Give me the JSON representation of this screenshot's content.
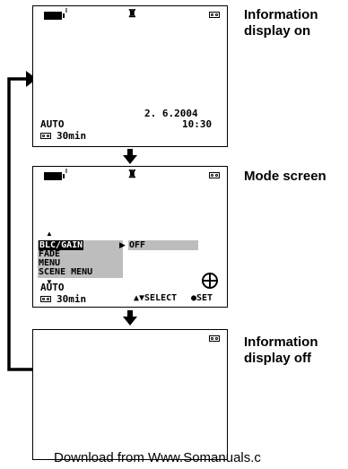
{
  "labels": {
    "info_on": "Information display on",
    "info_on_line1": "Information",
    "info_on_line2": "display on",
    "mode_screen": "Mode screen",
    "info_off_line1": "Information",
    "info_off_line2": "display off"
  },
  "screen1": {
    "mode": "AUTO",
    "tape_time": "30min",
    "date": "2. 6.2004",
    "time": "10:30"
  },
  "screen2": {
    "menu_items": [
      "BLC/GAIN",
      "FADE",
      "MENU",
      "SCENE MENU"
    ],
    "selected_value": "OFF",
    "mode": "AUTO",
    "tape_time": "30min",
    "select_hint": "▲▼SELECT",
    "set_hint": "●SET"
  },
  "footer": {
    "text": "Download from Www.Somanuals.c"
  },
  "icons": {
    "battery": "battery-icon",
    "person": "person-icon",
    "tape": "tape-icon",
    "joystick": "joystick-icon"
  }
}
